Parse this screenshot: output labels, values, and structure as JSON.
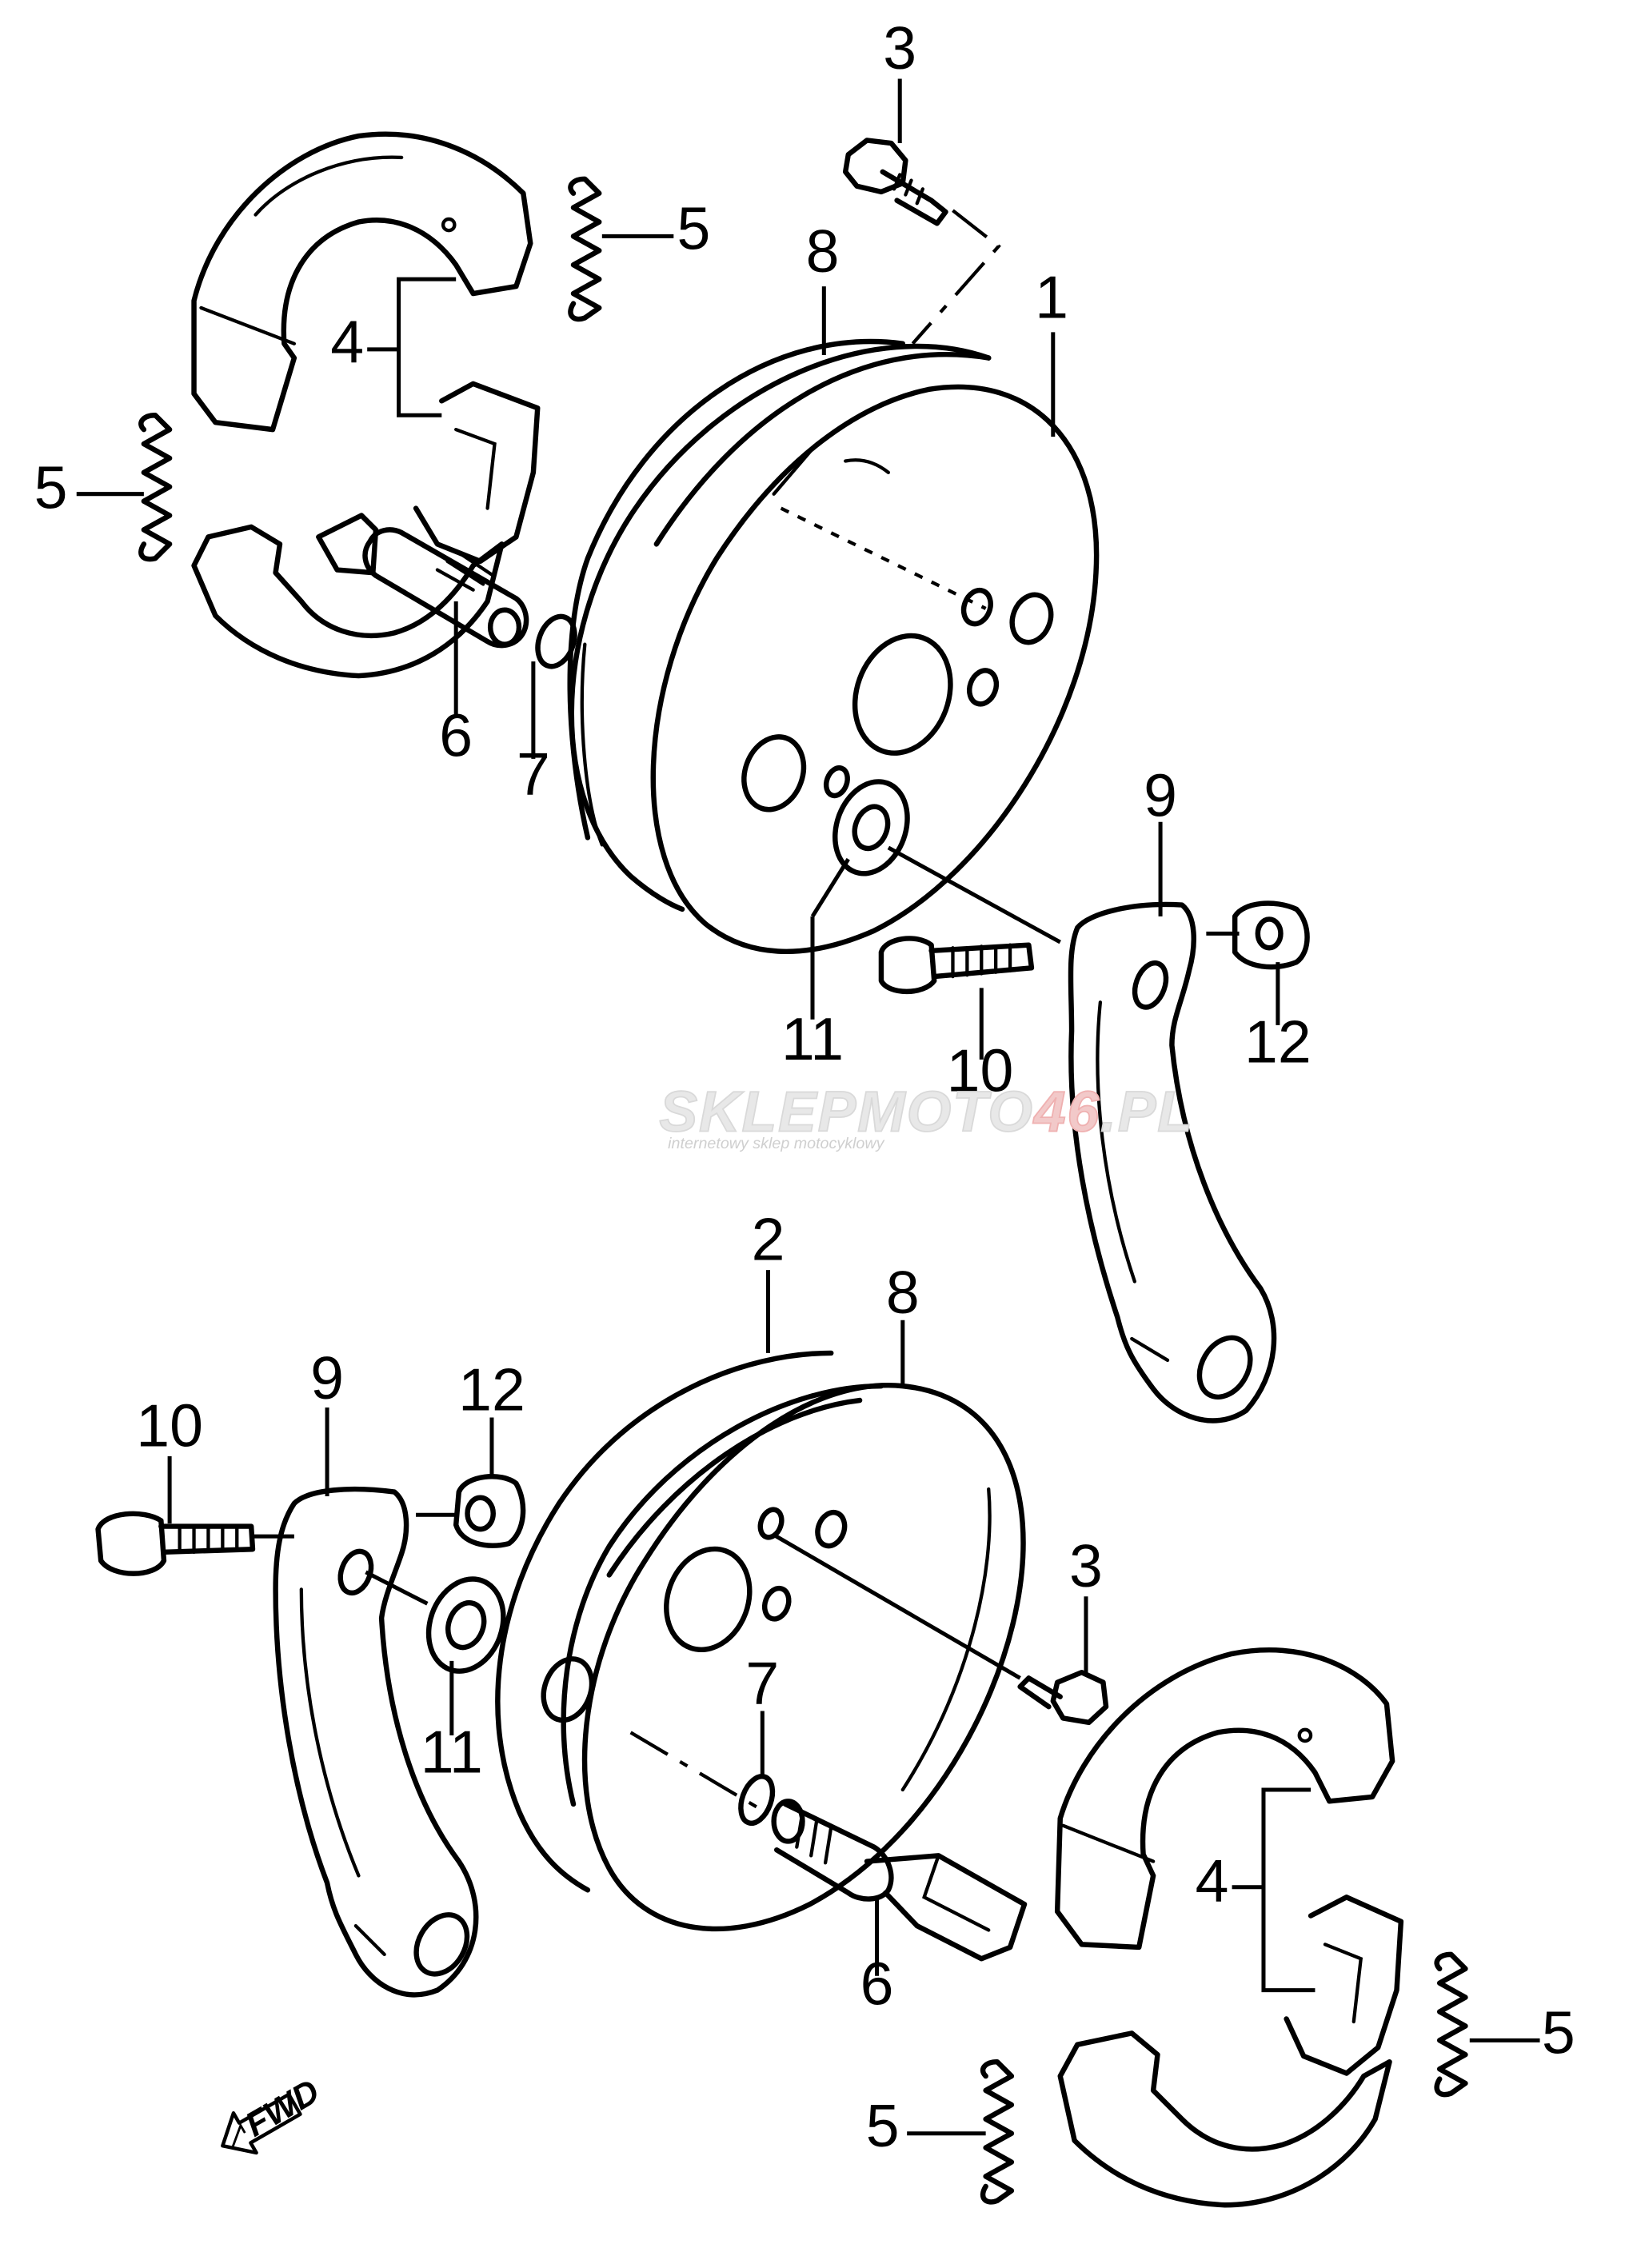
{
  "watermark": {
    "brand_main": "SKLEPMOTO",
    "brand_number": "46",
    "brand_suffix": ".PL",
    "tagline": "internetowy sklep motocyklowy",
    "accent_color": "#e04040"
  },
  "fwd_label": "FWD",
  "callouts": {
    "upper": {
      "panel": "1",
      "bolt": "3",
      "shoe": "4",
      "spring_left": "5",
      "spring_right": "5",
      "camshaft": "6",
      "o_ring": "7",
      "seal": "8",
      "cam_lever": "9",
      "lever_bolt": "10",
      "washer": "11",
      "nut": "12"
    },
    "lower": {
      "panel": "2",
      "bolt": "3",
      "shoe": "4",
      "spring_right": "5",
      "spring_bottom": "5",
      "camshaft": "6",
      "o_ring": "7",
      "seal": "8",
      "cam_lever": "9",
      "lever_bolt": "10",
      "washer": "11",
      "nut": "12"
    }
  },
  "colors": {
    "line": "#000000",
    "background": "#ffffff"
  }
}
